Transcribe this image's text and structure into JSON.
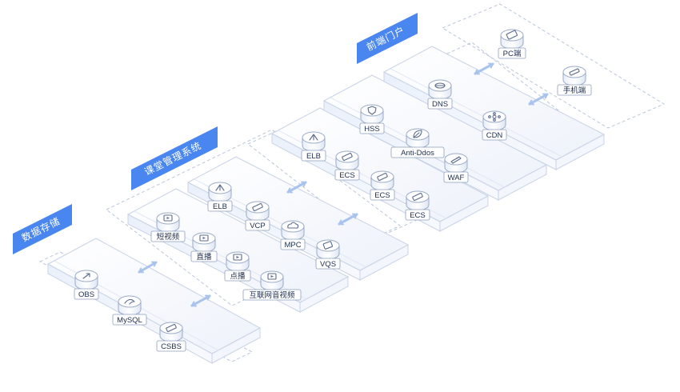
{
  "zones": [
    {
      "title": "数据存储",
      "services": [
        {
          "label": "OBS",
          "icon": "upload-arrow-icon"
        },
        {
          "label": "MySQL",
          "icon": "dolphin-icon"
        },
        {
          "label": "CSBS",
          "icon": "backup-icon"
        }
      ]
    },
    {
      "title": "课堂管理系统",
      "services": [
        {
          "label": "短视频",
          "icon": "video-icon"
        },
        {
          "label": "直播",
          "icon": "live-icon"
        },
        {
          "label": "点播",
          "icon": "vod-icon"
        },
        {
          "label": "互联网音视频",
          "icon": "av-icon"
        },
        {
          "label": "ELB",
          "icon": "elb-icon"
        },
        {
          "label": "VCP",
          "icon": "server-icon"
        },
        {
          "label": "MPC",
          "icon": "cloud-icon"
        },
        {
          "label": "VQS",
          "icon": "quality-icon"
        }
      ]
    },
    {
      "title": "",
      "services": [
        {
          "label": "ELB",
          "icon": "elb-icon"
        },
        {
          "label": "ECS",
          "icon": "server-icon"
        },
        {
          "label": "ECS",
          "icon": "server-icon"
        },
        {
          "label": "ECS",
          "icon": "server-icon"
        },
        {
          "label": "HSS",
          "icon": "shield-icon"
        },
        {
          "label": "Anti-Ddos",
          "icon": "leaf-icon"
        },
        {
          "label": "WAF",
          "icon": "firewall-icon"
        }
      ]
    },
    {
      "title": "前端门户",
      "services": [
        {
          "label": "DNS",
          "icon": "dns-icon"
        },
        {
          "label": "CDN",
          "icon": "cdn-icon"
        },
        {
          "label": "PC端",
          "icon": "pc-icon"
        },
        {
          "label": "手机端",
          "icon": "mobile-icon"
        }
      ]
    }
  ],
  "colors": {
    "accent": "#4a86f0",
    "zone_border": "#b9c6dc",
    "platform_stroke": "#c9d3e6",
    "label_border": "#8f9fbd",
    "label_text": "#1f2d4d",
    "connector": "#a8c4ee"
  }
}
